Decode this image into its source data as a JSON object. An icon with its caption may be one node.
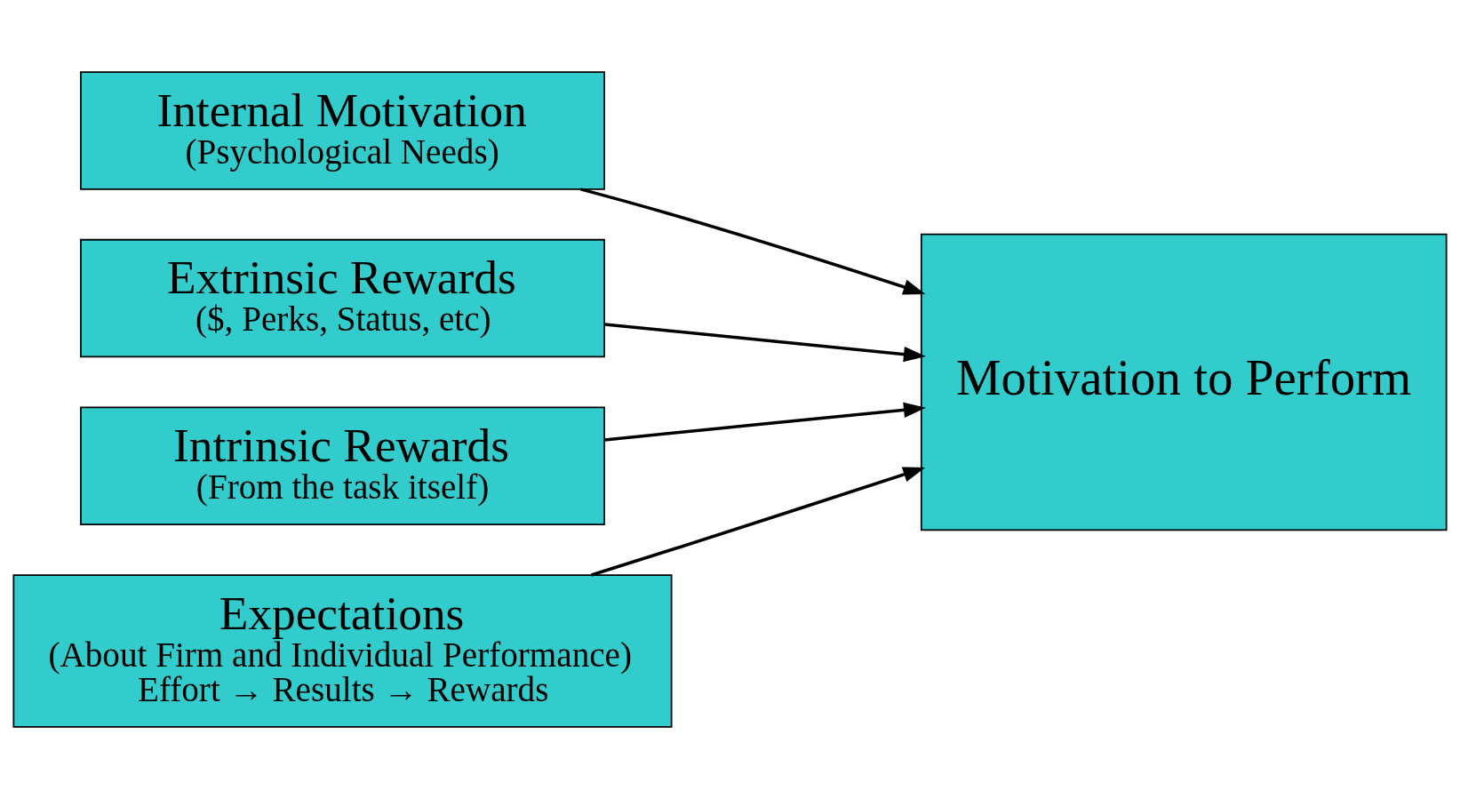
{
  "diagram": {
    "nodes": [
      {
        "text": [
          "Internal Motivation",
          "(Psychological Needs)"
        ]
      },
      {
        "text": [
          "Extrinsic Rewards",
          "($, Perks, Status, etc)"
        ]
      },
      {
        "text": [
          "Intrinsic Rewards",
          "(From the task itself)"
        ]
      },
      {
        "text": [
          "Expectations",
          "(About Firm and Individual Performance)",
          "Effort → Results → Rewards"
        ]
      },
      {
        "text": [
          "Motivation to Perform"
        ]
      }
    ],
    "edges": [
      {
        "from": 0,
        "to": 4,
        "arrow": "to"
      },
      {
        "from": 1,
        "to": 4,
        "arrow": "to"
      },
      {
        "from": 2,
        "to": 4,
        "arrow": "to"
      },
      {
        "from": 3,
        "to": 4,
        "arrow": "to"
      }
    ]
  }
}
